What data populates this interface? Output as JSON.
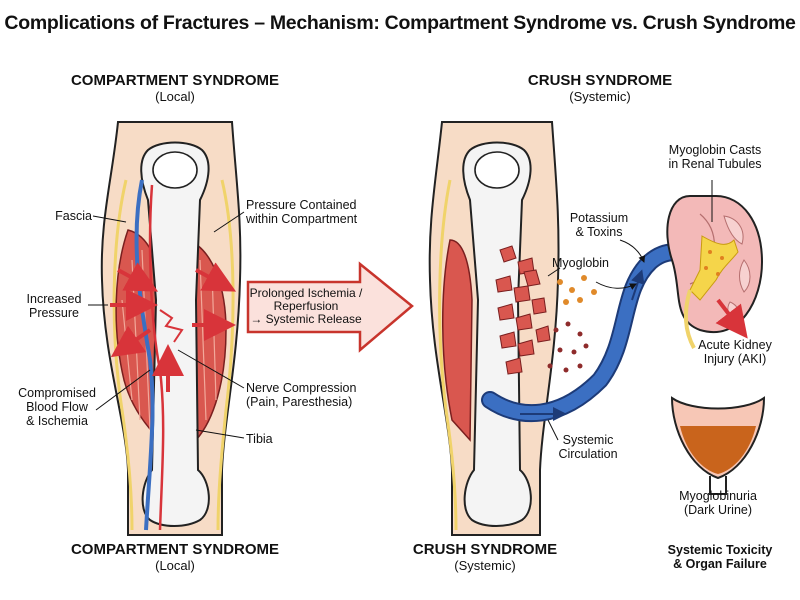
{
  "title": "Complications of Fractures – Mechanism: Compartment Syndrome vs. Crush Syndrome",
  "left": {
    "header": "COMPARTMENT SYNDROME",
    "header_sub": "(Local)",
    "labels": {
      "fascia": "Fascia",
      "increased_pressure_1": "Increased",
      "increased_pressure_2": "Pressure",
      "compromised_1": "Compromised",
      "compromised_2": "Blood Flow",
      "compromised_3": "& Ischemia",
      "pressure_contained_1": "Pressure Contained",
      "pressure_contained_2": "within Compartment",
      "nerve_1": "Nerve Compression",
      "nerve_2": "(Pain, Paresthesia)",
      "tibia": "Tibia"
    },
    "footer": "COMPARTMENT SYNDROME",
    "footer_sub": "(Local)"
  },
  "transition_arrow": {
    "line1": "Prolonged Ischemia /",
    "line2": "Reperfusion",
    "line3": "→ Systemic Release"
  },
  "right": {
    "header": "CRUSH SYNDROME",
    "header_sub": "(Systemic)",
    "labels": {
      "casts_1": "Myoglobin Casts",
      "casts_2": "in Renal Tubules",
      "potassium_1": "Potassium",
      "potassium_2": "& Toxins",
      "myoglobin": "Myoglobin",
      "aki_1": "Acute Kidney",
      "aki_2": "Injury (AKI)",
      "circ_1": "Systemic",
      "circ_2": "Circulation",
      "urine_1": "Myoglobinuria",
      "urine_2": "(Dark Urine)"
    },
    "footer": "CRUSH SYNDROME",
    "footer_sub": "(Systemic)",
    "outcome_1": "Systemic Toxicity",
    "outcome_2": "& Organ Failure"
  },
  "colors": {
    "muscle": "#d9574f",
    "muscle_light": "#f2a89a",
    "skin": "#f7dcc6",
    "bone": "#f4f4f4",
    "vein": "#3b6fc2",
    "fascia": "#f0d36a",
    "arrow_red": "#d8343a",
    "urine": "#c9641c"
  }
}
